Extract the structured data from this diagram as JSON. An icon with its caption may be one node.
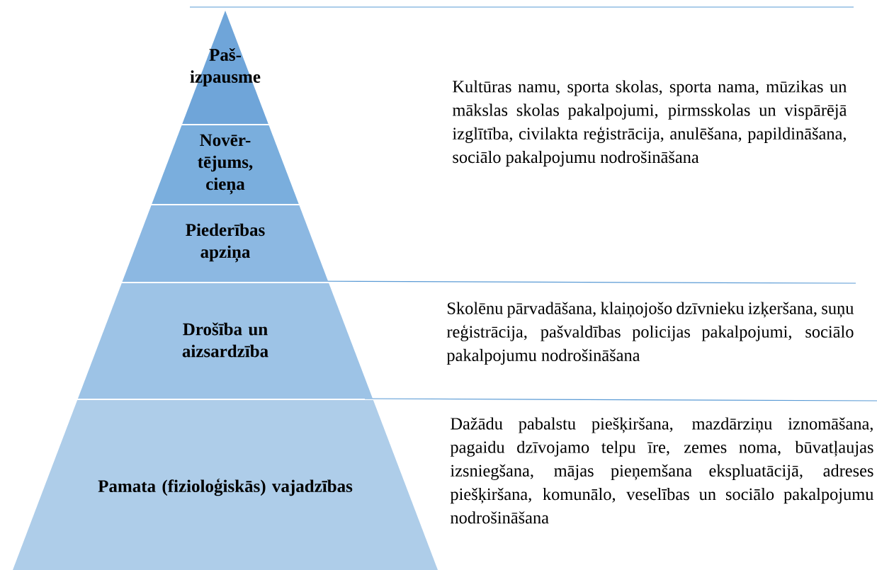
{
  "diagram": {
    "nodes": [
      {
        "text": [
          "Paš- izpausme"
        ]
      },
      {
        "text": [
          "Novēr- tējums, cieņa"
        ]
      },
      {
        "text": [
          "Piederības apziņa"
        ]
      },
      {
        "text": [
          "Drošība un aizsardzība"
        ]
      },
      {
        "text": [
          "Pamata (fizioloģiskās) vajadzības"
        ]
      }
    ],
    "labels": [
      "Kultūras namu, sporta skolas, sporta nama, mūzikas un mākslas skolas pakalpojumi, pirmsskolas un vispārējā izglītība, civilakta reģistrācija, anulēšana, papildināšana, sociālo pakalpojumu nodrošināšana",
      "Skolēnu pārvadāšana, klaiņojošo dzīvnieku izķeršana, suņu reģistrācija, pašvaldības policijas pakalpojumi, sociālo pakalpojumu nodrošināšana",
      "Dažādu pabalstu piešķiršana, mazdārziņu iznomāšana, pagaidu dzīvojamo telpu īre, zemes noma, būvatļaujas izsniegšana, mājas pieņemšana ekspluatācijā, adreses piešķiršana, komunālo, veselības un sociālo pakalpojumu nodrošināšana"
    ]
  }
}
